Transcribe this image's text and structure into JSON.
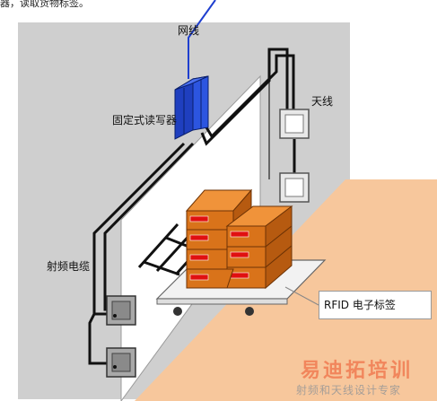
{
  "top_text": "器，读取货物标签。",
  "labels": {
    "network_cable": "网线",
    "fixed_reader": "固定式读写器",
    "antenna": "天线",
    "rf_cable": "射频电缆",
    "rfid_tag": "RFID 电子标签"
  },
  "watermark": {
    "main": "易迪拓培训",
    "sub": "射频和天线设计专家"
  },
  "colors": {
    "wall": "#cfcfcf",
    "floor": "#f7c79c",
    "door": "#ffffff",
    "reader": "#1f3fbf",
    "network_line": "#1f3fcf",
    "cable": "#111111",
    "box": "#d9731a",
    "tag": "#e01010"
  },
  "icons": [
    "reader-icon",
    "antenna-icon",
    "box-icon",
    "cart-icon",
    "tag-icon"
  ]
}
